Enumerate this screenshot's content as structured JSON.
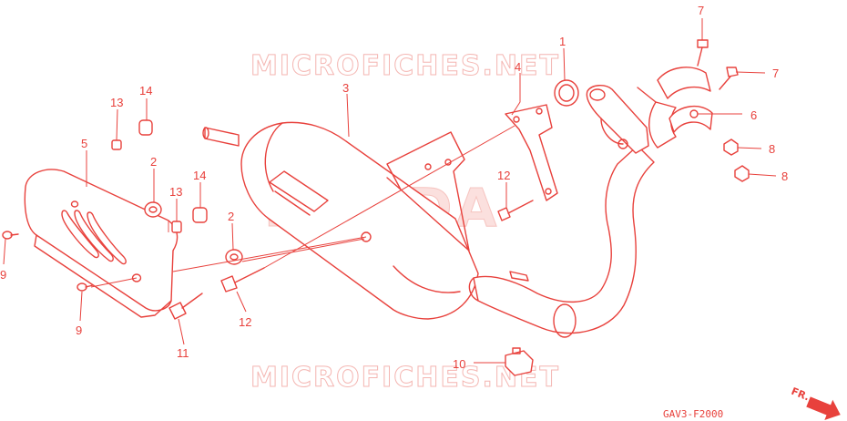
{
  "watermark": {
    "top": "MICROFICHES.NET",
    "bottom": "MICROFICHES.NET",
    "brand": "HONDA"
  },
  "diagram_code": "GAV3-F2000",
  "direction_label": "FR.",
  "callouts": {
    "c1": "1",
    "c2a": "2",
    "c2b": "2",
    "c3": "3",
    "c4": "4",
    "c5": "5",
    "c6": "6",
    "c7a": "7",
    "c7b": "7",
    "c8a": "8",
    "c8b": "8",
    "c9a": "9",
    "c9b": "9",
    "c10": "10",
    "c11": "11",
    "c12a": "12",
    "c12b": "12",
    "c13a": "13",
    "c13b": "13",
    "c14a": "14",
    "c14b": "14"
  },
  "colors": {
    "line": "#e8413c",
    "watermark": "#f4b6b2"
  }
}
